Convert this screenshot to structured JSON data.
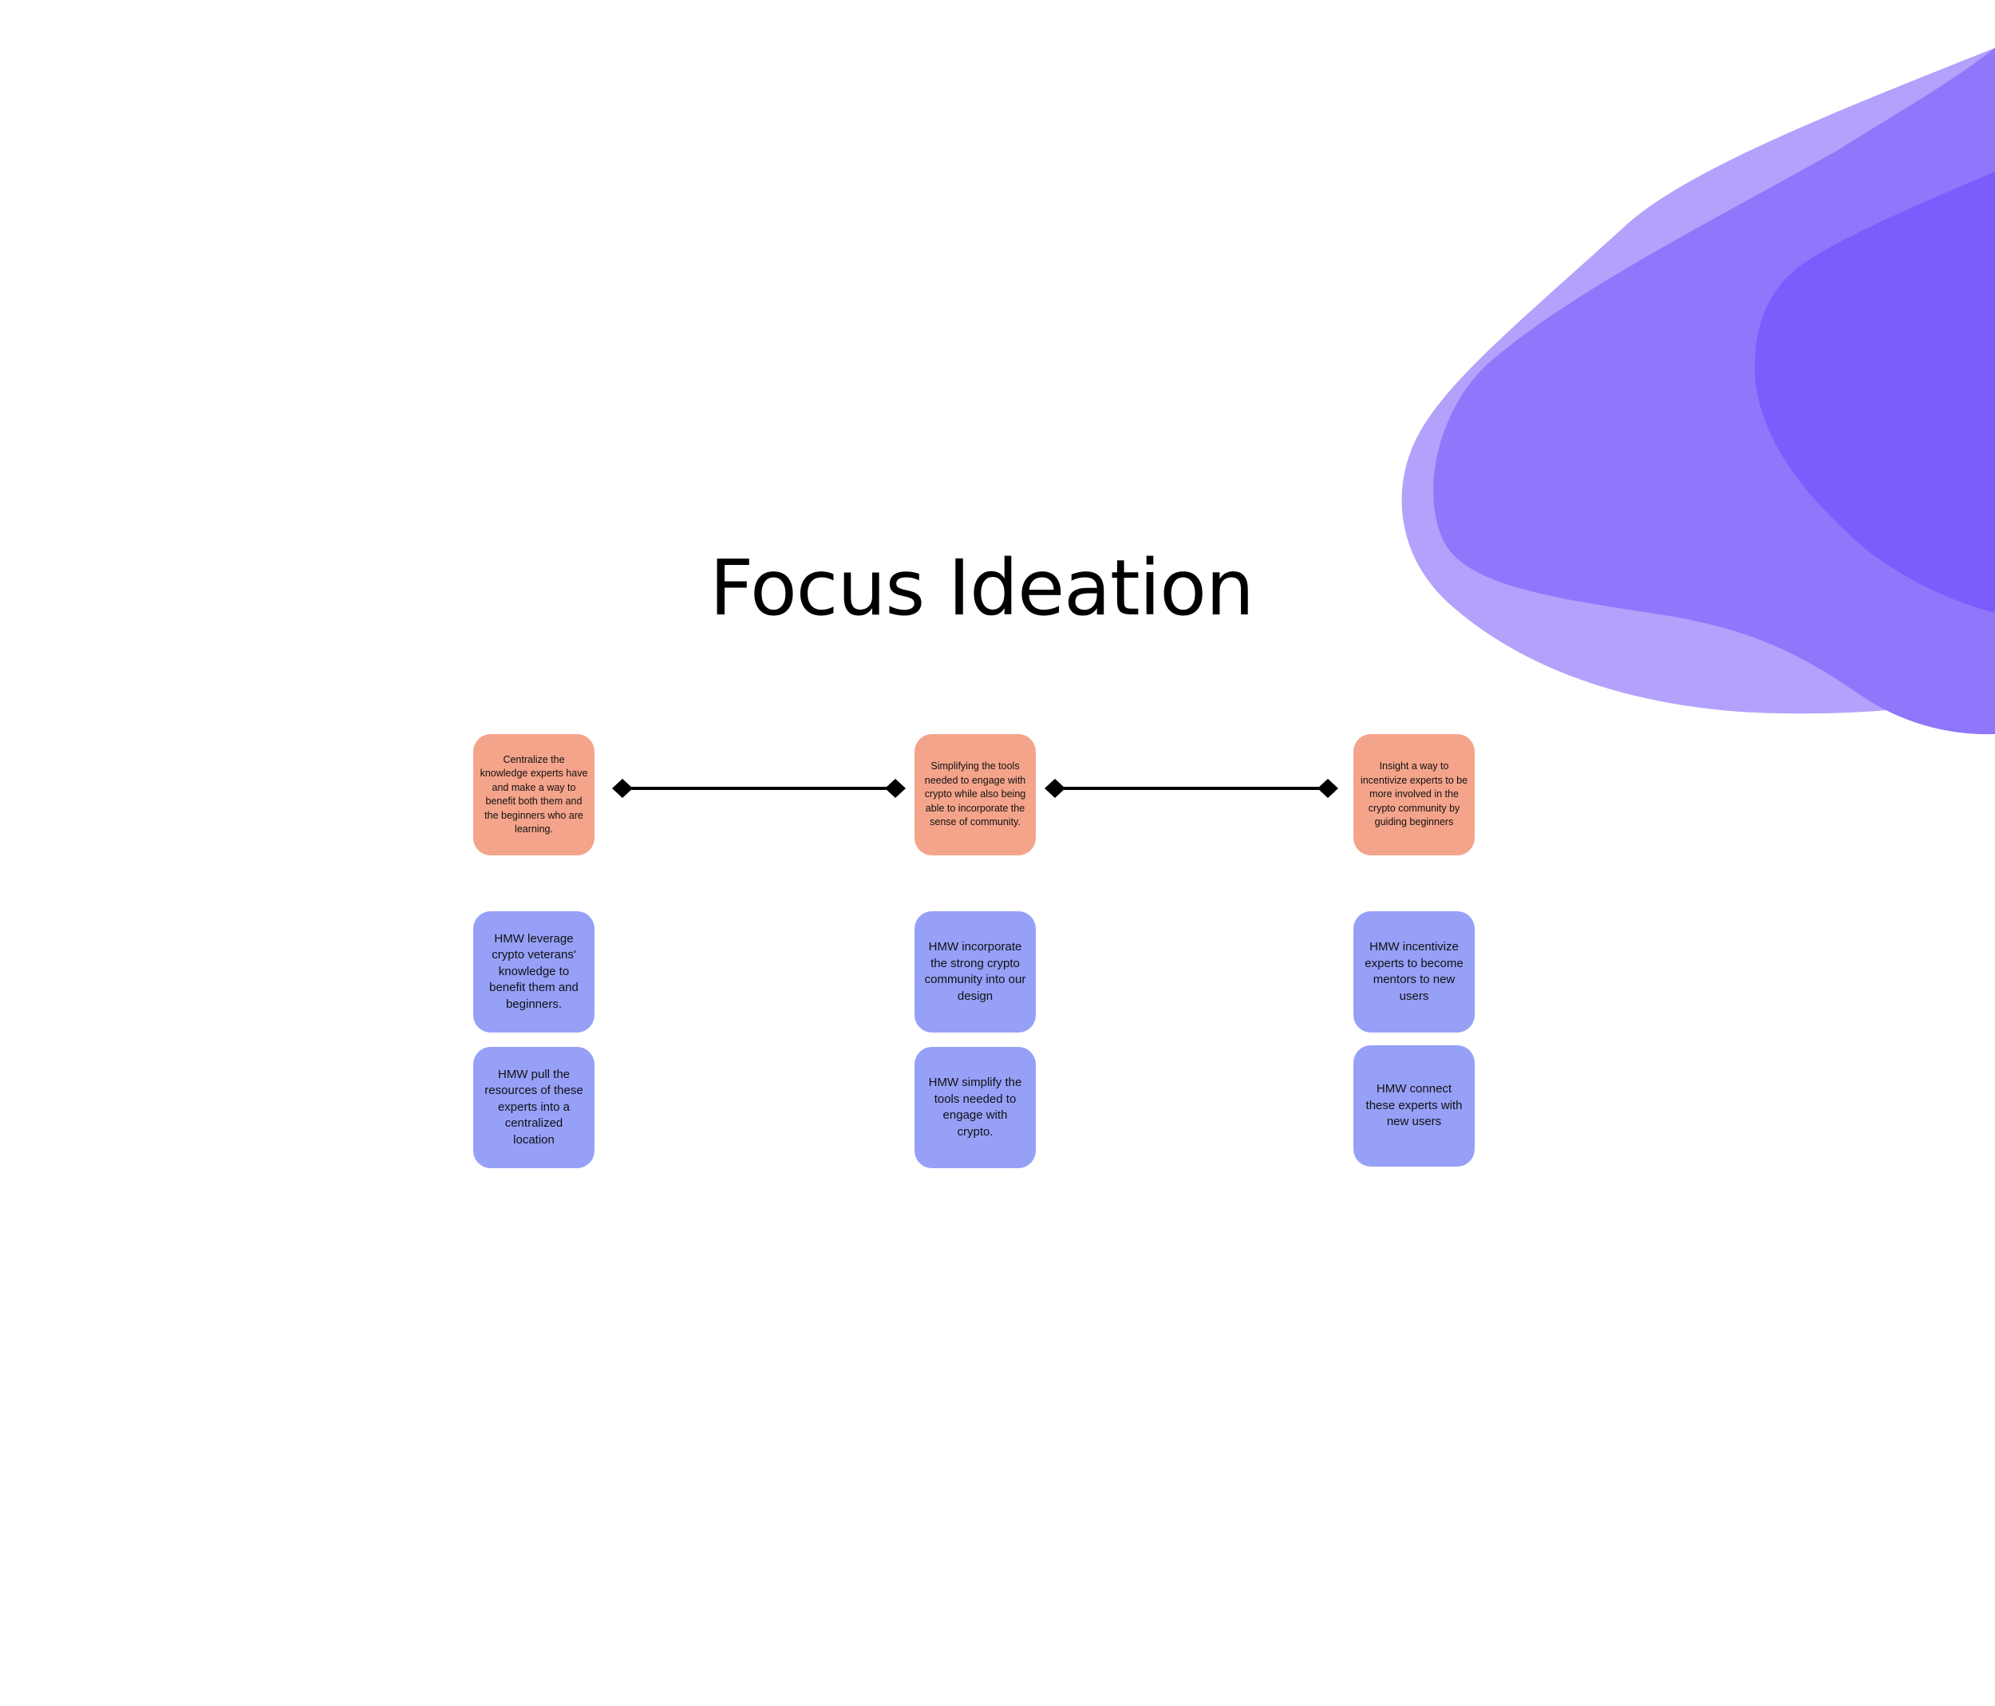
{
  "title": "Focus Ideation",
  "colors": {
    "insight_note": "#f4a48b",
    "hmw_note": "#96a0f7",
    "blob_light": "#b3a1fb",
    "blob_mid": "#8f76fb",
    "blob_dark": "#7c5cfd",
    "connector": "#000000"
  },
  "columns": [
    {
      "insight": "Centralize the knowledge experts have and make a way to benefit both them and the beginners who are learning.",
      "hmw": [
        "HMW leverage crypto veterans' knowledge to benefit them and beginners.",
        "HMW pull the resources of these experts into a centralized location"
      ]
    },
    {
      "insight": "Simplifying the tools needed to engage with crypto while also being able to incorporate the sense of community.",
      "hmw": [
        "HMW incorporate the strong crypto community into our design",
        "HMW simplify the tools needed to engage with crypto."
      ]
    },
    {
      "insight": "Insight a way to incentivize experts to be more involved in the crypto community by guiding beginners",
      "hmw": [
        "HMW incentivize experts to become mentors to new users",
        "HMW connect these experts with new users"
      ]
    }
  ]
}
